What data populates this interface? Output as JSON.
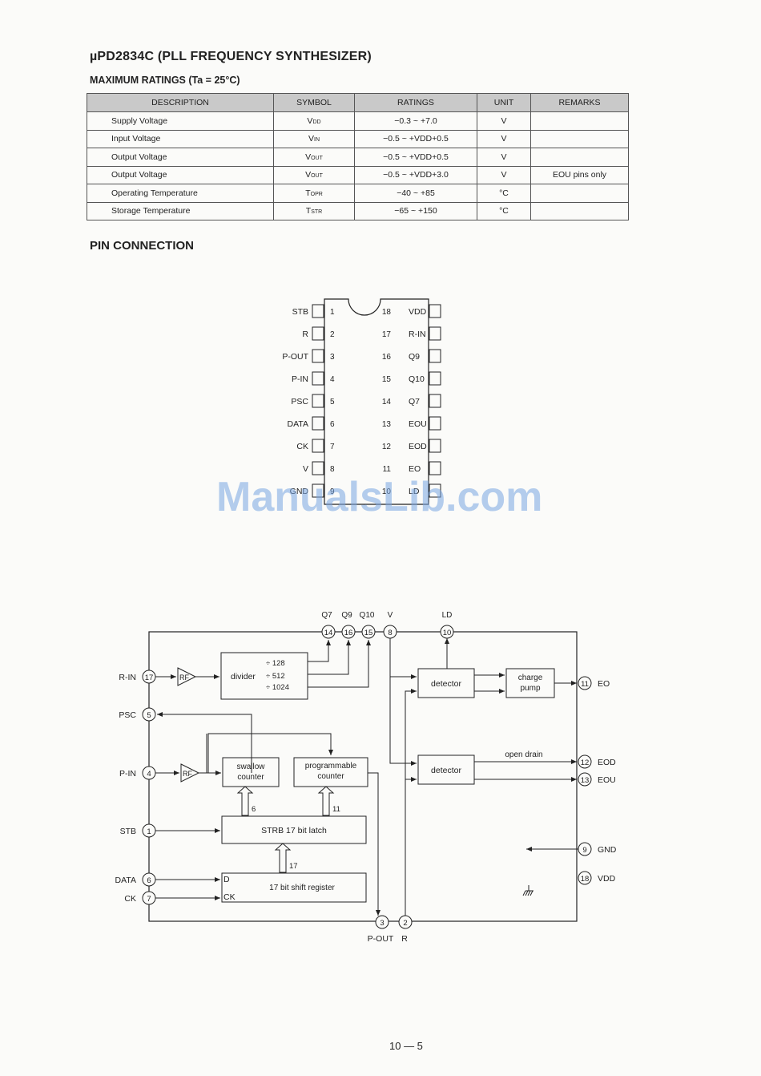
{
  "title": "µPD2834C (PLL FREQUENCY SYNTHESIZER)",
  "subtitle": "MAXIMUM RATINGS (Ta = 25°C)",
  "ratings": {
    "headers": [
      "DESCRIPTION",
      "SYMBOL",
      "RATINGS",
      "UNIT",
      "REMARKS"
    ],
    "rows": [
      {
        "description": "Supply Voltage",
        "sym_main": "V",
        "sym_sub": "DD",
        "ratings": "−0.3 ~ +7.0",
        "unit": "V",
        "remarks": ""
      },
      {
        "description": "Input Voltage",
        "sym_main": "V",
        "sym_sub": "IN",
        "ratings": "−0.5 ~ +VDD+0.5",
        "unit": "V",
        "remarks": ""
      },
      {
        "description": "Output Voltage",
        "sym_main": "V",
        "sym_sub": "OUT",
        "ratings": "−0.5 ~ +VDD+0.5",
        "unit": "V",
        "remarks": ""
      },
      {
        "description": "Output Voltage",
        "sym_main": "V",
        "sym_sub": "OUT",
        "ratings": "−0.5 ~ +VDD+3.0",
        "unit": "V",
        "remarks": "EOU pins only"
      },
      {
        "description": "Operating Temperature",
        "sym_main": "T",
        "sym_sub": "OPR",
        "ratings": "−40 ~ +85",
        "unit": "°C",
        "remarks": ""
      },
      {
        "description": "Storage Temperature",
        "sym_main": "T",
        "sym_sub": "STR",
        "ratings": "−65 ~ +150",
        "unit": "°C",
        "remarks": ""
      }
    ]
  },
  "pin_connection": {
    "heading": "PIN CONNECTION",
    "left_pins": [
      {
        "num": "1",
        "name": "STB"
      },
      {
        "num": "2",
        "name": "R"
      },
      {
        "num": "3",
        "name": "P-OUT"
      },
      {
        "num": "4",
        "name": "P-IN"
      },
      {
        "num": "5",
        "name": "PSC"
      },
      {
        "num": "6",
        "name": "DATA"
      },
      {
        "num": "7",
        "name": "CK"
      },
      {
        "num": "8",
        "name": "V"
      },
      {
        "num": "9",
        "name": "GND"
      }
    ],
    "right_pins": [
      {
        "num": "18",
        "name": "VDD"
      },
      {
        "num": "17",
        "name": "R-IN"
      },
      {
        "num": "16",
        "name": "Q9"
      },
      {
        "num": "15",
        "name": "Q10"
      },
      {
        "num": "14",
        "name": "Q7"
      },
      {
        "num": "13",
        "name": "EOU"
      },
      {
        "num": "12",
        "name": "EOD"
      },
      {
        "num": "11",
        "name": "EO"
      },
      {
        "num": "10",
        "name": "LD"
      }
    ]
  },
  "block_diagram": {
    "top_pins": [
      {
        "num": "14",
        "label": "Q7"
      },
      {
        "num": "16",
        "label": "Q9"
      },
      {
        "num": "15",
        "label": "Q10"
      },
      {
        "num": "8",
        "label": "V"
      },
      {
        "num": "10",
        "label": "LD"
      }
    ],
    "left_pins": [
      {
        "num": "17",
        "label": "R-IN"
      },
      {
        "num": "5",
        "label": "PSC"
      },
      {
        "num": "4",
        "label": "P-IN"
      },
      {
        "num": "1",
        "label": "STB"
      },
      {
        "num": "6",
        "label": "DATA"
      },
      {
        "num": "7",
        "label": "CK"
      }
    ],
    "right_pins": [
      {
        "num": "11",
        "label": "EO"
      },
      {
        "num": "12",
        "label": "EOD"
      },
      {
        "num": "13",
        "label": "EOU"
      },
      {
        "num": "9",
        "label": "GND"
      },
      {
        "num": "18",
        "label": "VDD"
      }
    ],
    "bottom_pins": [
      {
        "num": "3",
        "label": "P-OUT"
      },
      {
        "num": "2",
        "label": "R"
      }
    ],
    "rf1": "RF",
    "rf2": "RF",
    "divider": "divider",
    "div_ratios": [
      "÷   128",
      "÷   512",
      "÷  1024"
    ],
    "swallow": [
      "swallow",
      "counter"
    ],
    "programmable": [
      "programmable",
      "counter"
    ],
    "latch": "STRB 17 bit latch",
    "shift_register": "17 bit shift register",
    "sr_d": "D",
    "sr_ck": "CK",
    "detector1": "detector",
    "detector2": "detector",
    "charge_pump": [
      "charge",
      "pump"
    ],
    "open_drain": "open drain",
    "bus_6": "6",
    "bus_11": "11",
    "bus_17": "17"
  },
  "page_number": "10 — 5",
  "watermark": "ManualsLib.com"
}
